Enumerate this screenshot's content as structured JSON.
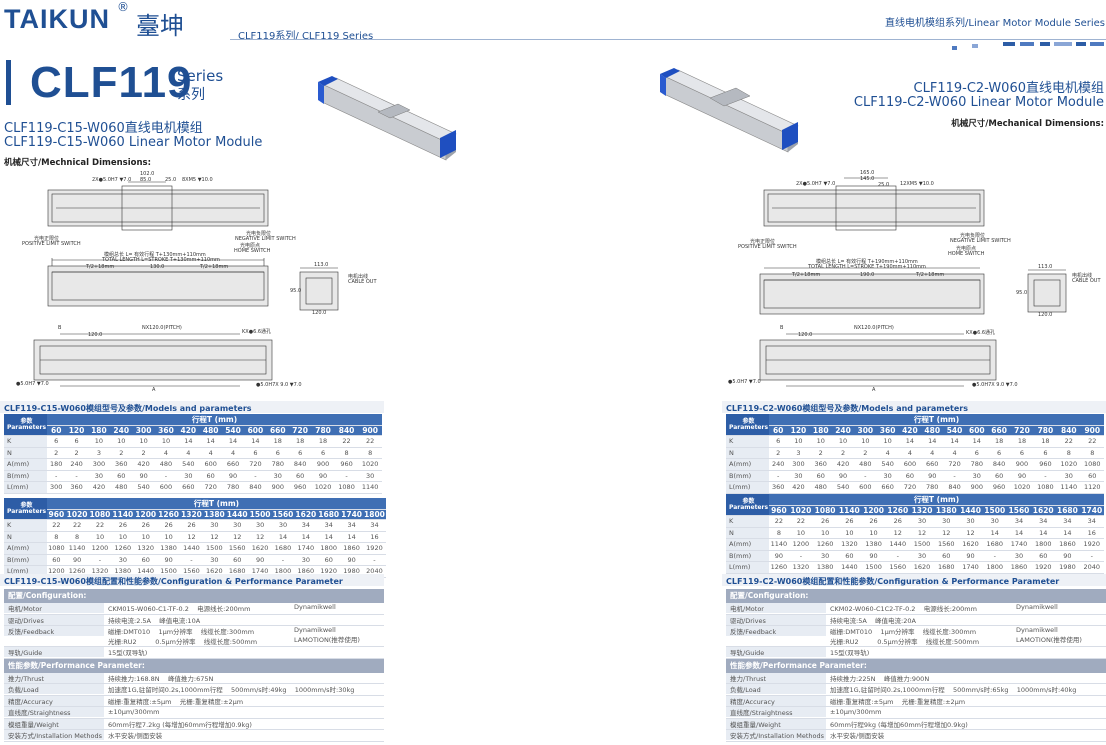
{
  "header": {
    "brand": "TAIKUN",
    "brand_cn": "臺坤",
    "reg": "®",
    "series_left": "CLF119系列/ CLF119 Series",
    "series_right": "直线电机模组系列/Linear Motor Module Series"
  },
  "title": {
    "model": "CLF119",
    "series_en": "Series",
    "series_cn": "系列"
  },
  "left": {
    "title_cn": "CLF119-C15-W060直线电机模组",
    "title_en": "CLF119-C15-W060 Linear Motor Module",
    "dims": "机械尺寸/Mechnical Dimensions:",
    "labels": {
      "top_callout1": "2X●5.0H7 ▼7.0",
      "top_callout2": "8XM5 ▼10.0",
      "top_dim1": "102.0",
      "top_dim2": "85.0",
      "top_dim3": "25.0",
      "pos_cn": "光电正限位",
      "pos_en": "POSITIVE LIMIT SWITCH",
      "neg_cn": "光电负限位",
      "neg_en": "NEGATIVE LIMIT SWITCH",
      "home_cn": "光电原点",
      "home_en": "HOME SWITCH",
      "len_cn": "模组总长 L= 有效行程 T+130mm+110mm",
      "len_en": "TOTAL LENGTH L=STROKE T+130mm+110mm",
      "t2a": "T/2+18mm",
      "mid": "130.0",
      "t2b": "T/2+18mm",
      "cable_cn": "电机出线",
      "cable_en": "CABLE OUT",
      "side_w": "113.0",
      "side_h": "95.0",
      "side_b": "120.0",
      "pitch": "NX120.0(PITCH)",
      "dim120": "120.0",
      "kx": "KX●6.6通孔",
      "b": "B",
      "a": "A",
      "bot_left": "●5.0H7 ▼7.0",
      "bot_right": "●5.0H7X 9.0 ▼7.0"
    },
    "models_title": "CLF119-C15-W060模组型号及参数/Models and parameters",
    "table1": {
      "header_label": "参数\nParameters",
      "stroke_label": "行程T (mm)",
      "strokes": [
        "60",
        "120",
        "180",
        "240",
        "300",
        "360",
        "420",
        "480",
        "540",
        "600",
        "660",
        "720",
        "780",
        "840",
        "900"
      ],
      "rows": [
        {
          "name": "K",
          "vals": [
            "6",
            "6",
            "10",
            "10",
            "10",
            "10",
            "14",
            "14",
            "14",
            "14",
            "18",
            "18",
            "18",
            "22",
            "22"
          ]
        },
        {
          "name": "N",
          "vals": [
            "2",
            "2",
            "3",
            "2",
            "2",
            "4",
            "4",
            "4",
            "4",
            "6",
            "6",
            "6",
            "6",
            "8",
            "8"
          ]
        },
        {
          "name": "A(mm)",
          "vals": [
            "180",
            "240",
            "300",
            "360",
            "420",
            "480",
            "540",
            "600",
            "660",
            "720",
            "780",
            "840",
            "900",
            "960",
            "1020"
          ]
        },
        {
          "name": "B(mm)",
          "vals": [
            "-",
            "-",
            "30",
            "60",
            "90",
            "-",
            "30",
            "60",
            "90",
            "-",
            "30",
            "60",
            "90",
            "-",
            "30"
          ]
        },
        {
          "name": "L(mm)",
          "vals": [
            "300",
            "360",
            "420",
            "480",
            "540",
            "600",
            "660",
            "720",
            "780",
            "840",
            "900",
            "960",
            "1020",
            "1080",
            "1140"
          ]
        }
      ]
    },
    "table2": {
      "header_label": "参数\nParameters",
      "stroke_label": "行程T (mm)",
      "strokes": [
        "960",
        "1020",
        "1080",
        "1140",
        "1200",
        "1260",
        "1320",
        "1380",
        "1440",
        "1500",
        "1560",
        "1620",
        "1680",
        "1740",
        "1800"
      ],
      "rows": [
        {
          "name": "K",
          "vals": [
            "22",
            "22",
            "22",
            "26",
            "26",
            "26",
            "26",
            "30",
            "30",
            "30",
            "30",
            "34",
            "34",
            "34",
            "34"
          ]
        },
        {
          "name": "N",
          "vals": [
            "8",
            "8",
            "10",
            "10",
            "10",
            "10",
            "12",
            "12",
            "12",
            "12",
            "14",
            "14",
            "14",
            "14",
            "16"
          ]
        },
        {
          "name": "A(mm)",
          "vals": [
            "1080",
            "1140",
            "1200",
            "1260",
            "1320",
            "1380",
            "1440",
            "1500",
            "1560",
            "1620",
            "1680",
            "1740",
            "1800",
            "1860",
            "1920"
          ]
        },
        {
          "name": "B(mm)",
          "vals": [
            "60",
            "90",
            "-",
            "30",
            "60",
            "90",
            "-",
            "30",
            "60",
            "90",
            "-",
            "30",
            "60",
            "90",
            "-"
          ]
        },
        {
          "name": "L(mm)",
          "vals": [
            "1200",
            "1260",
            "1320",
            "1380",
            "1440",
            "1500",
            "1560",
            "1620",
            "1680",
            "1740",
            "1800",
            "1860",
            "1920",
            "1980",
            "2040"
          ]
        }
      ]
    },
    "cfg_title": "CLF119-C15-W060模组配置和性能参数/Configuration & Performance Parameter",
    "cfg_head": "配置/Configuration:",
    "cfg": [
      {
        "k": "电机/Motor",
        "v": [
          "CKM015-W060-C1-TF-0.2    电源线长:200mm",
          "Dynamikwell"
        ]
      },
      {
        "k": "驱动/Drives",
        "v": [
          "持续电流:2.5A    峰值电流:10A"
        ]
      },
      {
        "k": "反馈/Feedback",
        "v": [
          "磁栅:DMT010    1μm分辨率    线缆长度:300mm\n光栅:RU2         0.5μm分辨率    线缆长度:500mm",
          "Dynamikwell\nLAMOTION(推荐使用)"
        ]
      },
      {
        "k": "导轨/Guide",
        "v": [
          "15型(双导轨)"
        ]
      }
    ],
    "perf_head": "性能参数/Performance Parameter:",
    "perf": [
      {
        "k": "推力/Thrust",
        "v": [
          "持续推力:168.8N    峰值推力:675N"
        ]
      },
      {
        "k": "负载/Load",
        "v": [
          "加速度1G,驻留时间0.2s,1000mm行程    500mm/s时:49kg    1000mm/s时:30kg"
        ]
      },
      {
        "k": "精度/Accuracy",
        "v": [
          "磁栅:重复精度:±5μm    光栅:重复精度:±2μm"
        ]
      },
      {
        "k": "直线度/Straightness",
        "v": [
          "±10μm/300mm"
        ]
      },
      {
        "k": "模组重量/Weight",
        "v": [
          "60mm行程7.2kg (每增加60mm行程增加0.9kg)"
        ]
      },
      {
        "k": "安装方式/Installation Methods",
        "v": [
          "水平安装/侧面安装"
        ]
      }
    ]
  },
  "right": {
    "title_cn": "CLF119-C2-W060直线电机模组",
    "title_en": "CLF119-C2-W060 Linear Motor Module",
    "dims": "机械尺寸/Mechanical Dimensions:",
    "labels": {
      "top_callout1": "2X●5.0H7 ▼7.0",
      "top_callout2": "12XM5 ▼10.0",
      "top_dim1": "165.0",
      "top_dim2": "145.0",
      "top_dim3": "25.0",
      "pos_cn": "光电正限位",
      "pos_en": "POSITIVE LIMIT SWITCH",
      "neg_cn": "光电负限位",
      "neg_en": "NEGATIVE LIMIT SWITCH",
      "home_cn": "光电原点",
      "home_en": "HOME SWITCH",
      "len_cn": "模组总长 L= 有效行程 T+190mm+110mm",
      "len_en": "TOTAL LENGTH L=STROKE T+190mm+110mm",
      "t2a": "T/2+18mm",
      "mid": "190.0",
      "t2b": "T/2+18mm",
      "cable_cn": "电机出线",
      "cable_en": "CABLE OUT",
      "side_w": "113.0",
      "side_h": "95.0",
      "side_b": "120.0",
      "pitch": "NX120.0(PITCH)",
      "dim120": "120.0",
      "kx": "KX●6.6通孔",
      "b": "B",
      "a": "A",
      "bot_left": "●5.0H7 ▼7.0",
      "bot_right": "●5.0H7X 9.0 ▼7.0"
    },
    "models_title": "CLF119-C2-W060模组型号及参数/Models and parameters",
    "table1": {
      "header_label": "参数\nParameters",
      "stroke_label": "行程T (mm)",
      "strokes": [
        "60",
        "120",
        "180",
        "240",
        "300",
        "360",
        "420",
        "480",
        "540",
        "600",
        "660",
        "720",
        "780",
        "840",
        "900"
      ],
      "rows": [
        {
          "name": "K",
          "vals": [
            "6",
            "10",
            "10",
            "10",
            "10",
            "10",
            "14",
            "14",
            "14",
            "14",
            "18",
            "18",
            "18",
            "22",
            "22"
          ]
        },
        {
          "name": "N",
          "vals": [
            "2",
            "3",
            "2",
            "2",
            "2",
            "4",
            "4",
            "4",
            "4",
            "6",
            "6",
            "6",
            "6",
            "8",
            "8"
          ]
        },
        {
          "name": "A(mm)",
          "vals": [
            "240",
            "300",
            "360",
            "420",
            "480",
            "540",
            "600",
            "660",
            "720",
            "780",
            "840",
            "900",
            "960",
            "1020",
            "1080"
          ]
        },
        {
          "name": "B(mm)",
          "vals": [
            "-",
            "30",
            "60",
            "90",
            "-",
            "30",
            "60",
            "90",
            "-",
            "30",
            "60",
            "90",
            "-",
            "30",
            "60"
          ]
        },
        {
          "name": "L(mm)",
          "vals": [
            "360",
            "420",
            "480",
            "540",
            "600",
            "660",
            "720",
            "780",
            "840",
            "900",
            "960",
            "1020",
            "1080",
            "1140",
            "1120"
          ]
        }
      ]
    },
    "table2": {
      "header_label": "参数\nParameters",
      "stroke_label": "行程T (mm)",
      "strokes": [
        "960",
        "1020",
        "1080",
        "1140",
        "1200",
        "1260",
        "1320",
        "1380",
        "1440",
        "1500",
        "1560",
        "1620",
        "1680",
        "1740"
      ],
      "rows": [
        {
          "name": "K",
          "vals": [
            "22",
            "22",
            "26",
            "26",
            "26",
            "26",
            "30",
            "30",
            "30",
            "30",
            "34",
            "34",
            "34",
            "34"
          ]
        },
        {
          "name": "N",
          "vals": [
            "8",
            "10",
            "10",
            "10",
            "10",
            "12",
            "12",
            "12",
            "12",
            "14",
            "14",
            "14",
            "14",
            "16"
          ]
        },
        {
          "name": "A(mm)",
          "vals": [
            "1140",
            "1200",
            "1260",
            "1320",
            "1380",
            "1440",
            "1500",
            "1560",
            "1620",
            "1680",
            "1740",
            "1800",
            "1860",
            "1920"
          ]
        },
        {
          "name": "B(mm)",
          "vals": [
            "90",
            "-",
            "30",
            "60",
            "90",
            "-",
            "30",
            "60",
            "90",
            "-",
            "30",
            "60",
            "90",
            "-"
          ]
        },
        {
          "name": "L(mm)",
          "vals": [
            "1260",
            "1320",
            "1380",
            "1440",
            "1500",
            "1560",
            "1620",
            "1680",
            "1740",
            "1800",
            "1860",
            "1920",
            "1980",
            "2040"
          ]
        }
      ]
    },
    "cfg_title": "CLF119-C2-W060模组配置和性能参数/Configuration & Performance Parameter",
    "cfg_head": "配置/Configuration:",
    "cfg": [
      {
        "k": "电机/Motor",
        "v": [
          "CKM02-W060-C1C2-TF-0.2    电源线长:200mm",
          "Dynamikwell"
        ]
      },
      {
        "k": "驱动/Drives",
        "v": [
          "持续电流:5A    峰值电流:20A"
        ]
      },
      {
        "k": "反馈/Feedback",
        "v": [
          "磁栅:DMT010    1μm分辨率    线缆长度:300mm\n光栅:RU2         0.5μm分辨率    线缆长度:500mm",
          "Dynamikwell\nLAMOTION(推荐使用)"
        ]
      },
      {
        "k": "导轨/Guide",
        "v": [
          "15型(双导轨)"
        ]
      }
    ],
    "perf_head": "性能参数/Performance Parameter:",
    "perf": [
      {
        "k": "推力/Thrust",
        "v": [
          "持续推力:225N    峰值推力:900N"
        ]
      },
      {
        "k": "负载/Load",
        "v": [
          "加速度1G,驻留时间0.2s,1000mm行程    500mm/s时:65kg    1000mm/s时:40kg"
        ]
      },
      {
        "k": "精度/Accuracy",
        "v": [
          "磁栅:重复精度:±5μm    光栅:重复精度:±2μm"
        ]
      },
      {
        "k": "直线度/Straightness",
        "v": [
          "±10μm/300mm"
        ]
      },
      {
        "k": "模组重量/Weight",
        "v": [
          "60mm行程9kg (每增加60mm行程增加0.9kg)"
        ]
      },
      {
        "k": "安装方式/Installation Methods",
        "v": [
          "水平安装/侧面安装"
        ]
      }
    ]
  }
}
